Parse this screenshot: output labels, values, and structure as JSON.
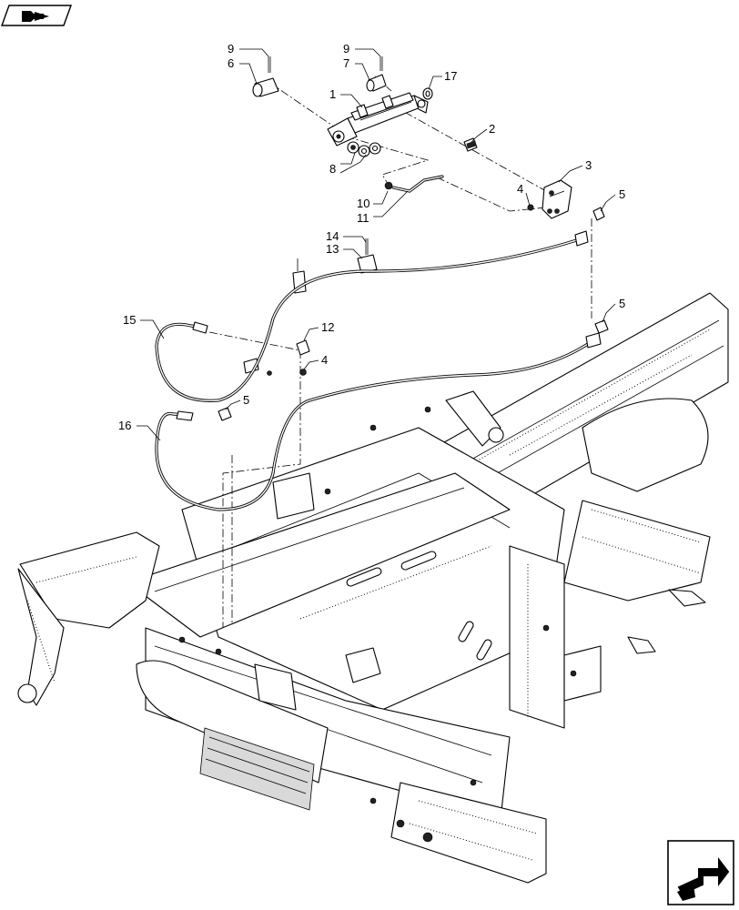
{
  "callouts": [
    {
      "id": "c9a",
      "text": "9"
    },
    {
      "id": "c6",
      "text": "6"
    },
    {
      "id": "c9b",
      "text": "9"
    },
    {
      "id": "c7",
      "text": "7"
    },
    {
      "id": "c17",
      "text": "17"
    },
    {
      "id": "c1",
      "text": "1"
    },
    {
      "id": "c2",
      "text": "2"
    },
    {
      "id": "c8",
      "text": "8"
    },
    {
      "id": "c3",
      "text": "3"
    },
    {
      "id": "c4a",
      "text": "4"
    },
    {
      "id": "c5a",
      "text": "5"
    },
    {
      "id": "c10",
      "text": "10"
    },
    {
      "id": "c11",
      "text": "11"
    },
    {
      "id": "c14",
      "text": "14"
    },
    {
      "id": "c13",
      "text": "13"
    },
    {
      "id": "c15",
      "text": "15"
    },
    {
      "id": "c12",
      "text": "12"
    },
    {
      "id": "c5b",
      "text": "5"
    },
    {
      "id": "c4b",
      "text": "4"
    },
    {
      "id": "c5c",
      "text": "5"
    },
    {
      "id": "c16",
      "text": "16"
    }
  ],
  "icons": {
    "top_left": "previous-page-arrow-icon",
    "bottom_right": "next-page-arrow-icon"
  },
  "colors": {
    "line": "#000000",
    "background": "#ffffff",
    "shade": "#d9d9d9"
  }
}
